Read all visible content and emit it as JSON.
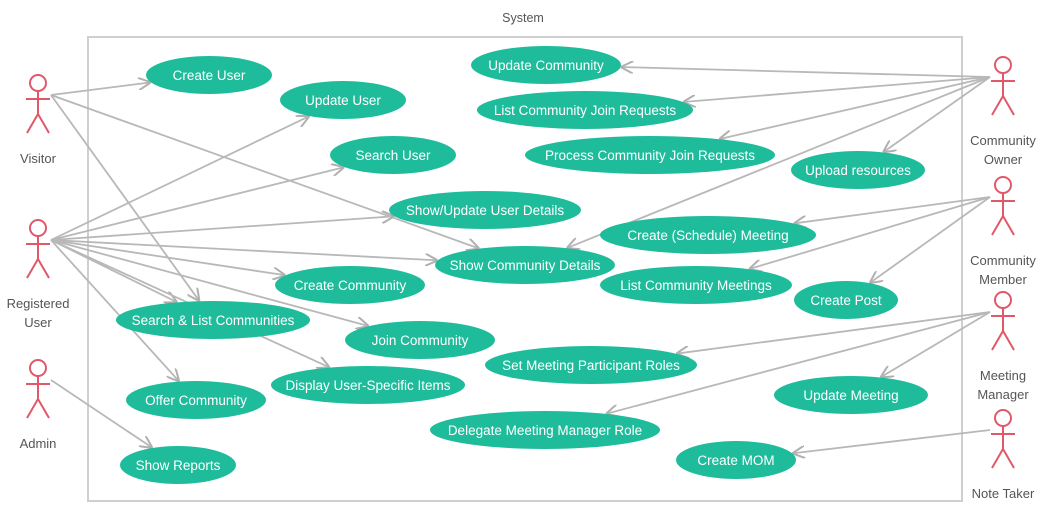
{
  "system": {
    "label": "System"
  },
  "actors": [
    {
      "id": "visitor",
      "lines": [
        "Visitor"
      ]
    },
    {
      "id": "registered-user",
      "lines": [
        "Registered",
        "User"
      ]
    },
    {
      "id": "admin",
      "lines": [
        "Admin"
      ]
    },
    {
      "id": "community-owner",
      "lines": [
        "Community",
        "Owner"
      ]
    },
    {
      "id": "community-member",
      "lines": [
        "Community",
        "Member"
      ]
    },
    {
      "id": "meeting-manager",
      "lines": [
        "Meeting",
        "Manager"
      ]
    },
    {
      "id": "note-taker",
      "lines": [
        "Note Taker"
      ]
    }
  ],
  "use_cases": [
    {
      "id": "create-user",
      "label": "Create User"
    },
    {
      "id": "update-user",
      "label": "Update User"
    },
    {
      "id": "search-user",
      "label": "Search User"
    },
    {
      "id": "show-update-user-details",
      "label": "Show/Update User Details"
    },
    {
      "id": "show-community-details",
      "label": "Show Community Details"
    },
    {
      "id": "create-community",
      "label": "Create Community"
    },
    {
      "id": "search-list-communities",
      "label": "Search & List Communities"
    },
    {
      "id": "join-community",
      "label": "Join Community"
    },
    {
      "id": "display-user-specific-items",
      "label": "Display User-Specific Items"
    },
    {
      "id": "offer-community",
      "label": "Offer Community"
    },
    {
      "id": "show-reports",
      "label": "Show Reports"
    },
    {
      "id": "update-community",
      "label": "Update Community"
    },
    {
      "id": "list-community-join-requests",
      "label": "List Community Join Requests"
    },
    {
      "id": "process-community-join-requests",
      "label": "Process Community Join Requests"
    },
    {
      "id": "upload-resources",
      "label": "Upload resources"
    },
    {
      "id": "create-schedule-meeting",
      "label": "Create (Schedule) Meeting"
    },
    {
      "id": "list-community-meetings",
      "label": "List Community Meetings"
    },
    {
      "id": "create-post",
      "label": "Create Post"
    },
    {
      "id": "set-meeting-participant-roles",
      "label": "Set Meeting Participant Roles"
    },
    {
      "id": "update-meeting",
      "label": "Update Meeting"
    },
    {
      "id": "delegate-meeting-manager-role",
      "label": "Delegate Meeting Manager Role"
    },
    {
      "id": "create-mom",
      "label": "Create MOM"
    }
  ],
  "associations": [
    [
      "visitor",
      "create-user"
    ],
    [
      "visitor",
      "show-community-details"
    ],
    [
      "visitor",
      "search-list-communities"
    ],
    [
      "registered-user",
      "update-user"
    ],
    [
      "registered-user",
      "search-user"
    ],
    [
      "registered-user",
      "show-update-user-details"
    ],
    [
      "registered-user",
      "show-community-details"
    ],
    [
      "registered-user",
      "create-community"
    ],
    [
      "registered-user",
      "search-list-communities"
    ],
    [
      "registered-user",
      "join-community"
    ],
    [
      "registered-user",
      "display-user-specific-items"
    ],
    [
      "registered-user",
      "offer-community"
    ],
    [
      "admin",
      "show-reports"
    ],
    [
      "community-owner",
      "update-community"
    ],
    [
      "community-owner",
      "list-community-join-requests"
    ],
    [
      "community-owner",
      "process-community-join-requests"
    ],
    [
      "community-owner",
      "upload-resources"
    ],
    [
      "community-owner",
      "show-community-details"
    ],
    [
      "community-member",
      "create-schedule-meeting"
    ],
    [
      "community-member",
      "list-community-meetings"
    ],
    [
      "community-member",
      "create-post"
    ],
    [
      "meeting-manager",
      "set-meeting-participant-roles"
    ],
    [
      "meeting-manager",
      "update-meeting"
    ],
    [
      "meeting-manager",
      "delegate-meeting-manager-role"
    ],
    [
      "note-taker",
      "create-mom"
    ]
  ]
}
